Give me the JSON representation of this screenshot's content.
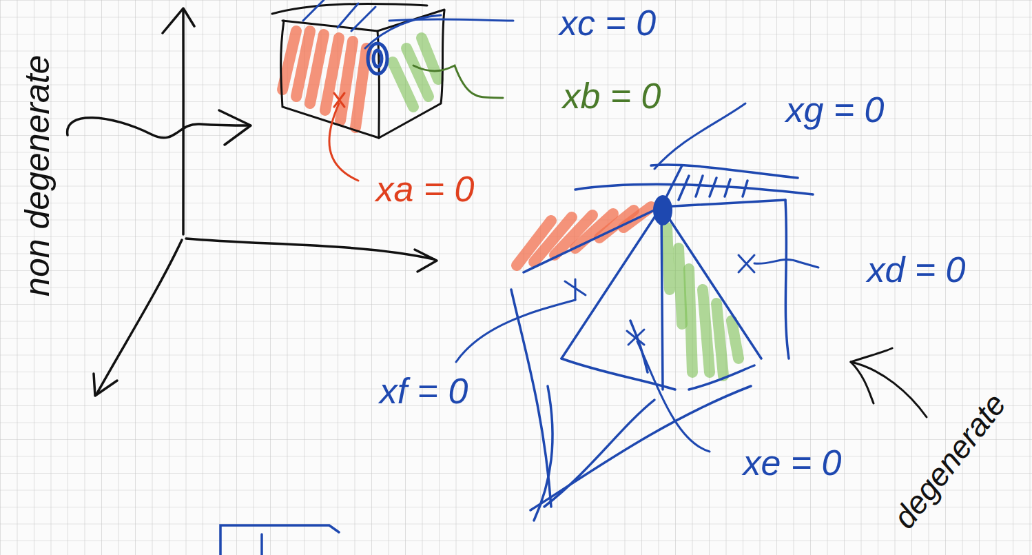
{
  "diagram": {
    "labels": [
      "non degenerate",
      "xc = 0",
      "xb = 0",
      "xg = 0",
      "xa = 0",
      "xd = 0",
      "xf = 0",
      "xe = 0",
      "degenerate"
    ]
  }
}
